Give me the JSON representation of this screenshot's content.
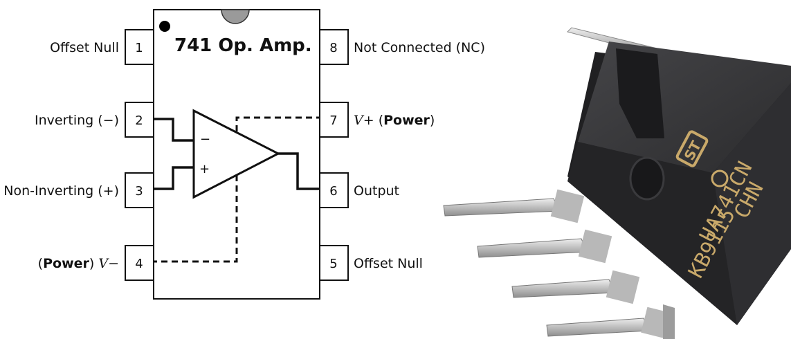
{
  "diagram": {
    "chip_title": "741 Op. Amp.",
    "input_symbols": {
      "inverting": "−",
      "non_inverting": "+"
    },
    "pins": [
      {
        "number": "1",
        "parts": [
          {
            "t": "Offset Null"
          }
        ]
      },
      {
        "number": "2",
        "parts": [
          {
            "t": "Inverting (−)"
          }
        ]
      },
      {
        "number": "3",
        "parts": [
          {
            "t": "Non-Inverting (+)"
          }
        ]
      },
      {
        "number": "4",
        "parts": [
          {
            "t": "(",
            "s": "n"
          },
          {
            "t": "Power",
            "s": "b"
          },
          {
            "t": ") ",
            "s": "n"
          },
          {
            "t": "V−",
            "s": "i"
          }
        ]
      },
      {
        "number": "5",
        "parts": [
          {
            "t": "Offset Null"
          }
        ]
      },
      {
        "number": "6",
        "parts": [
          {
            "t": "Output"
          }
        ]
      },
      {
        "number": "7",
        "parts": [
          {
            "t": "V+",
            "s": "i"
          },
          {
            "t": " (",
            "s": "n"
          },
          {
            "t": "Power",
            "s": "b"
          },
          {
            "t": ")",
            "s": "n"
          }
        ]
      },
      {
        "number": "8",
        "parts": [
          {
            "t": "Not Connected (NC)"
          }
        ]
      }
    ]
  },
  "photo": {
    "marking_lines": [
      "CHN",
      "UA741CN",
      "KB9115"
    ],
    "colors": {
      "body": "#2a2a2c",
      "leads": "#c8c8c8",
      "marking": "#c9a96a"
    }
  }
}
